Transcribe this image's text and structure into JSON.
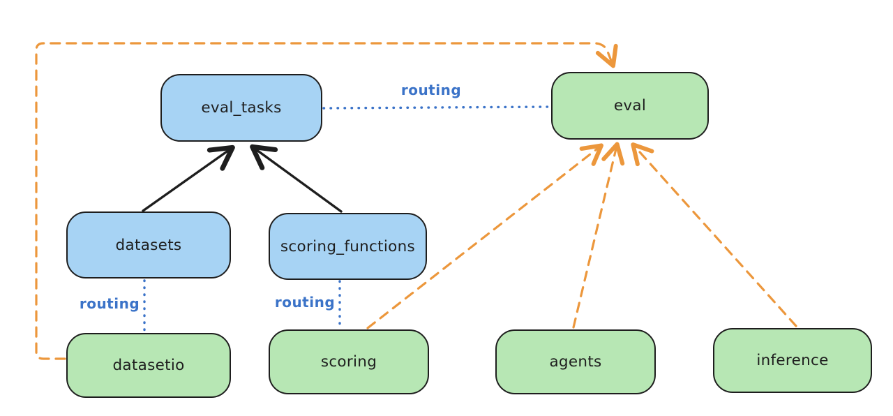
{
  "diagram": {
    "background": "#ffffff",
    "colors": {
      "api_node_fill": "#a7d3f4",
      "provider_node_fill": "#b7e7b4",
      "node_border": "#1e1e1e",
      "routing_line": "#3b73c8",
      "dependency_line": "#ec973c",
      "solid_arrow": "#1e1e1e"
    },
    "nodes": {
      "eval_tasks": {
        "label": "eval_tasks",
        "type": "api"
      },
      "eval": {
        "label": "eval",
        "type": "provider"
      },
      "datasets": {
        "label": "datasets",
        "type": "api"
      },
      "scoring_functions": {
        "label": "scoring_functions",
        "type": "api"
      },
      "datasetio": {
        "label": "datasetio",
        "type": "provider"
      },
      "scoring": {
        "label": "scoring",
        "type": "provider"
      },
      "agents": {
        "label": "agents",
        "type": "provider"
      },
      "inference": {
        "label": "inference",
        "type": "provider"
      }
    },
    "edges": [
      {
        "from": "datasets",
        "to": "eval_tasks",
        "style": "solid-arrow",
        "label": ""
      },
      {
        "from": "scoring_functions",
        "to": "eval_tasks",
        "style": "solid-arrow",
        "label": ""
      },
      {
        "from": "eval_tasks",
        "to": "eval",
        "style": "dotted",
        "label": "routing"
      },
      {
        "from": "datasets",
        "to": "datasetio",
        "style": "dotted",
        "label": "routing"
      },
      {
        "from": "scoring_functions",
        "to": "scoring",
        "style": "dotted",
        "label": "routing"
      },
      {
        "from": "datasetio",
        "to": "eval",
        "style": "dashed-arrow",
        "label": ""
      },
      {
        "from": "scoring",
        "to": "eval",
        "style": "dashed-arrow",
        "label": ""
      },
      {
        "from": "agents",
        "to": "eval",
        "style": "dashed-arrow",
        "label": ""
      },
      {
        "from": "inference",
        "to": "eval",
        "style": "dashed-arrow",
        "label": ""
      }
    ]
  }
}
